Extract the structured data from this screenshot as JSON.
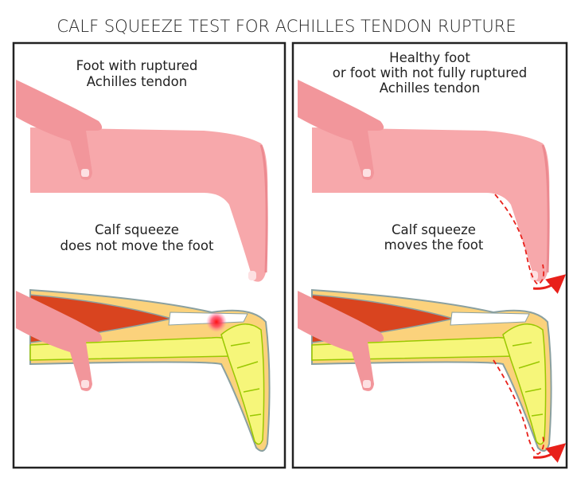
{
  "title": "CALF SQUEEZE TEST FOR ACHILLES TENDON RUPTURE",
  "panels": [
    {
      "heading": [
        "Foot with ruptured",
        "Achilles tendon"
      ],
      "result": [
        "Calf squeeze",
        "does not move the foot"
      ]
    },
    {
      "heading": [
        "Healthy foot",
        "or foot with not fully ruptured",
        "Achilles tendon"
      ],
      "result": [
        "Calf squeeze",
        "moves the foot"
      ]
    }
  ],
  "colors": {
    "skin": "#f7a8ab",
    "hand": "#f2969b",
    "fat": "#fbd27c",
    "muscle": "#d9441f",
    "bone": "#f6f67a",
    "bone_outline": "#9ac800",
    "rupture": "#ff2020",
    "arrow": "#e8201a"
  }
}
